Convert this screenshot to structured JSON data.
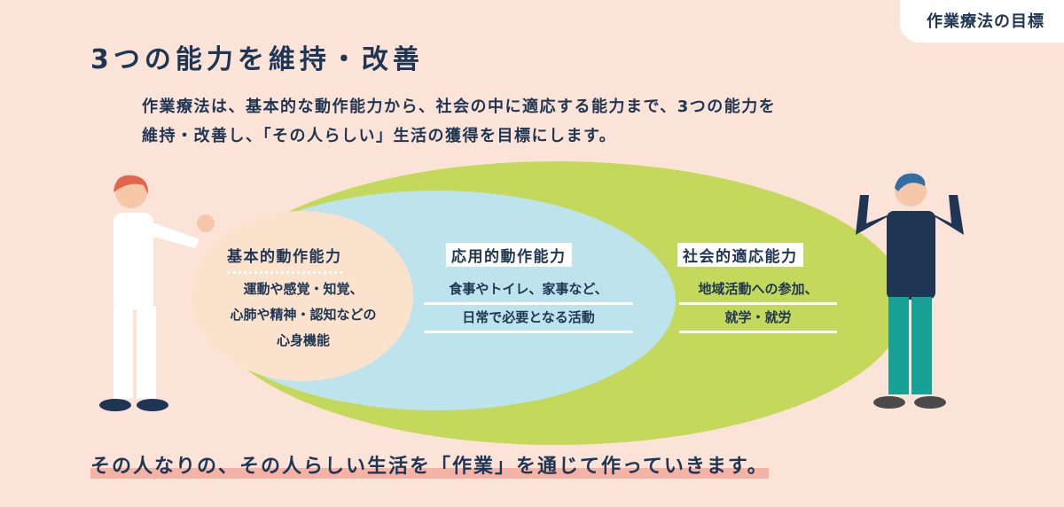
{
  "tag": "作業療法の目標",
  "title": "3つの能力を維持・改善",
  "description": [
    "作業療法は、基本的な動作能力から、社会の中に適応する能力まで、3つの能力を",
    "維持・改善し、「その人らしい」生活の獲得を目標にします。"
  ],
  "abilities": [
    {
      "label": "基本的動作能力",
      "lines": [
        "運動や感覚・知覚、",
        "心肺や精神・認知などの",
        "心身機能"
      ]
    },
    {
      "label": "応用的動作能力",
      "lines": [
        "食事やトイレ、家事など、",
        "日常で必要となる活動"
      ]
    },
    {
      "label": "社会的適応能力",
      "lines": [
        "地域活動への参加、",
        "就学・就労"
      ]
    }
  ],
  "footer": "その人なりの、その人らしい生活を「作業」を通じて作っていきます。",
  "colors": {
    "background": "#fbe3d8",
    "navy": "#1e3553",
    "green": "#c4d95c",
    "blue": "#bde3ec",
    "peach": "#fbe2cc",
    "underline": "#f4b3a4"
  }
}
